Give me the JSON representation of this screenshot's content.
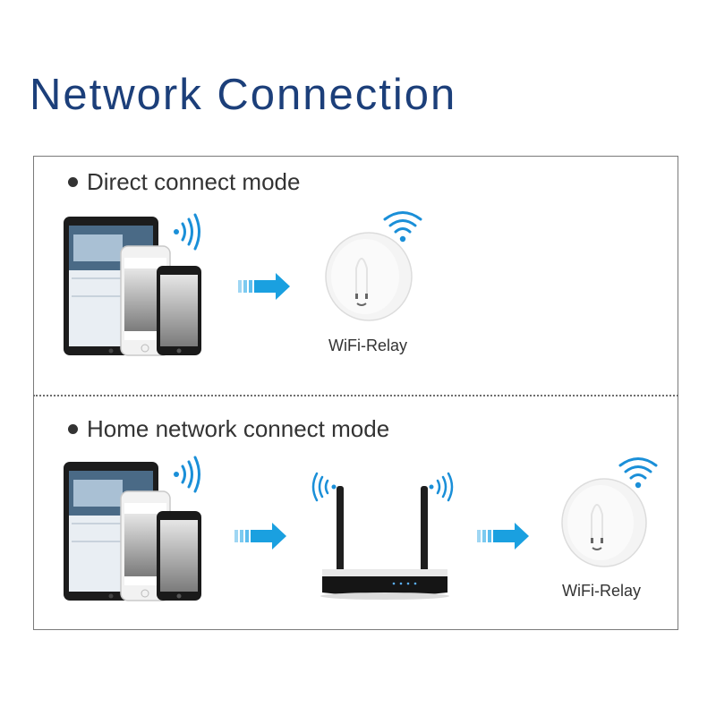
{
  "title": "Network Connection",
  "sections": [
    {
      "mode_label": "Direct connect mode",
      "devices": [
        {
          "icon": "tablet-and-phones-icon"
        },
        {
          "icon": "wifi-relay-icon",
          "label": "WiFi-Relay"
        }
      ]
    },
    {
      "mode_label": "Home network connect mode",
      "devices": [
        {
          "icon": "tablet-and-phones-icon"
        },
        {
          "icon": "router-icon"
        },
        {
          "icon": "wifi-relay-icon",
          "label": "WiFi-Relay"
        }
      ]
    }
  ],
  "colors": {
    "title": "#1c3f7a",
    "arrow": "#1aa0e0",
    "signal": "#1a8fd8"
  }
}
